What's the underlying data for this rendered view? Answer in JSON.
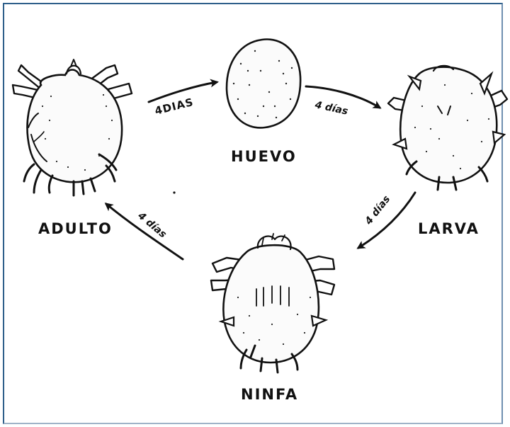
{
  "stages": {
    "huevo": "HUEVO",
    "larva": "LARVA",
    "ninfa": "NINFA",
    "adulto": "ADULTO"
  },
  "arrows": {
    "adulto_to_huevo": "4DIAS",
    "huevo_to_larva": "4 días",
    "larva_to_ninfa": "4 días",
    "ninfa_to_adulto": "4 días"
  },
  "colors": {
    "ink": "#111111",
    "frame_border": "#2e5f8a",
    "background": "#ffffff"
  }
}
